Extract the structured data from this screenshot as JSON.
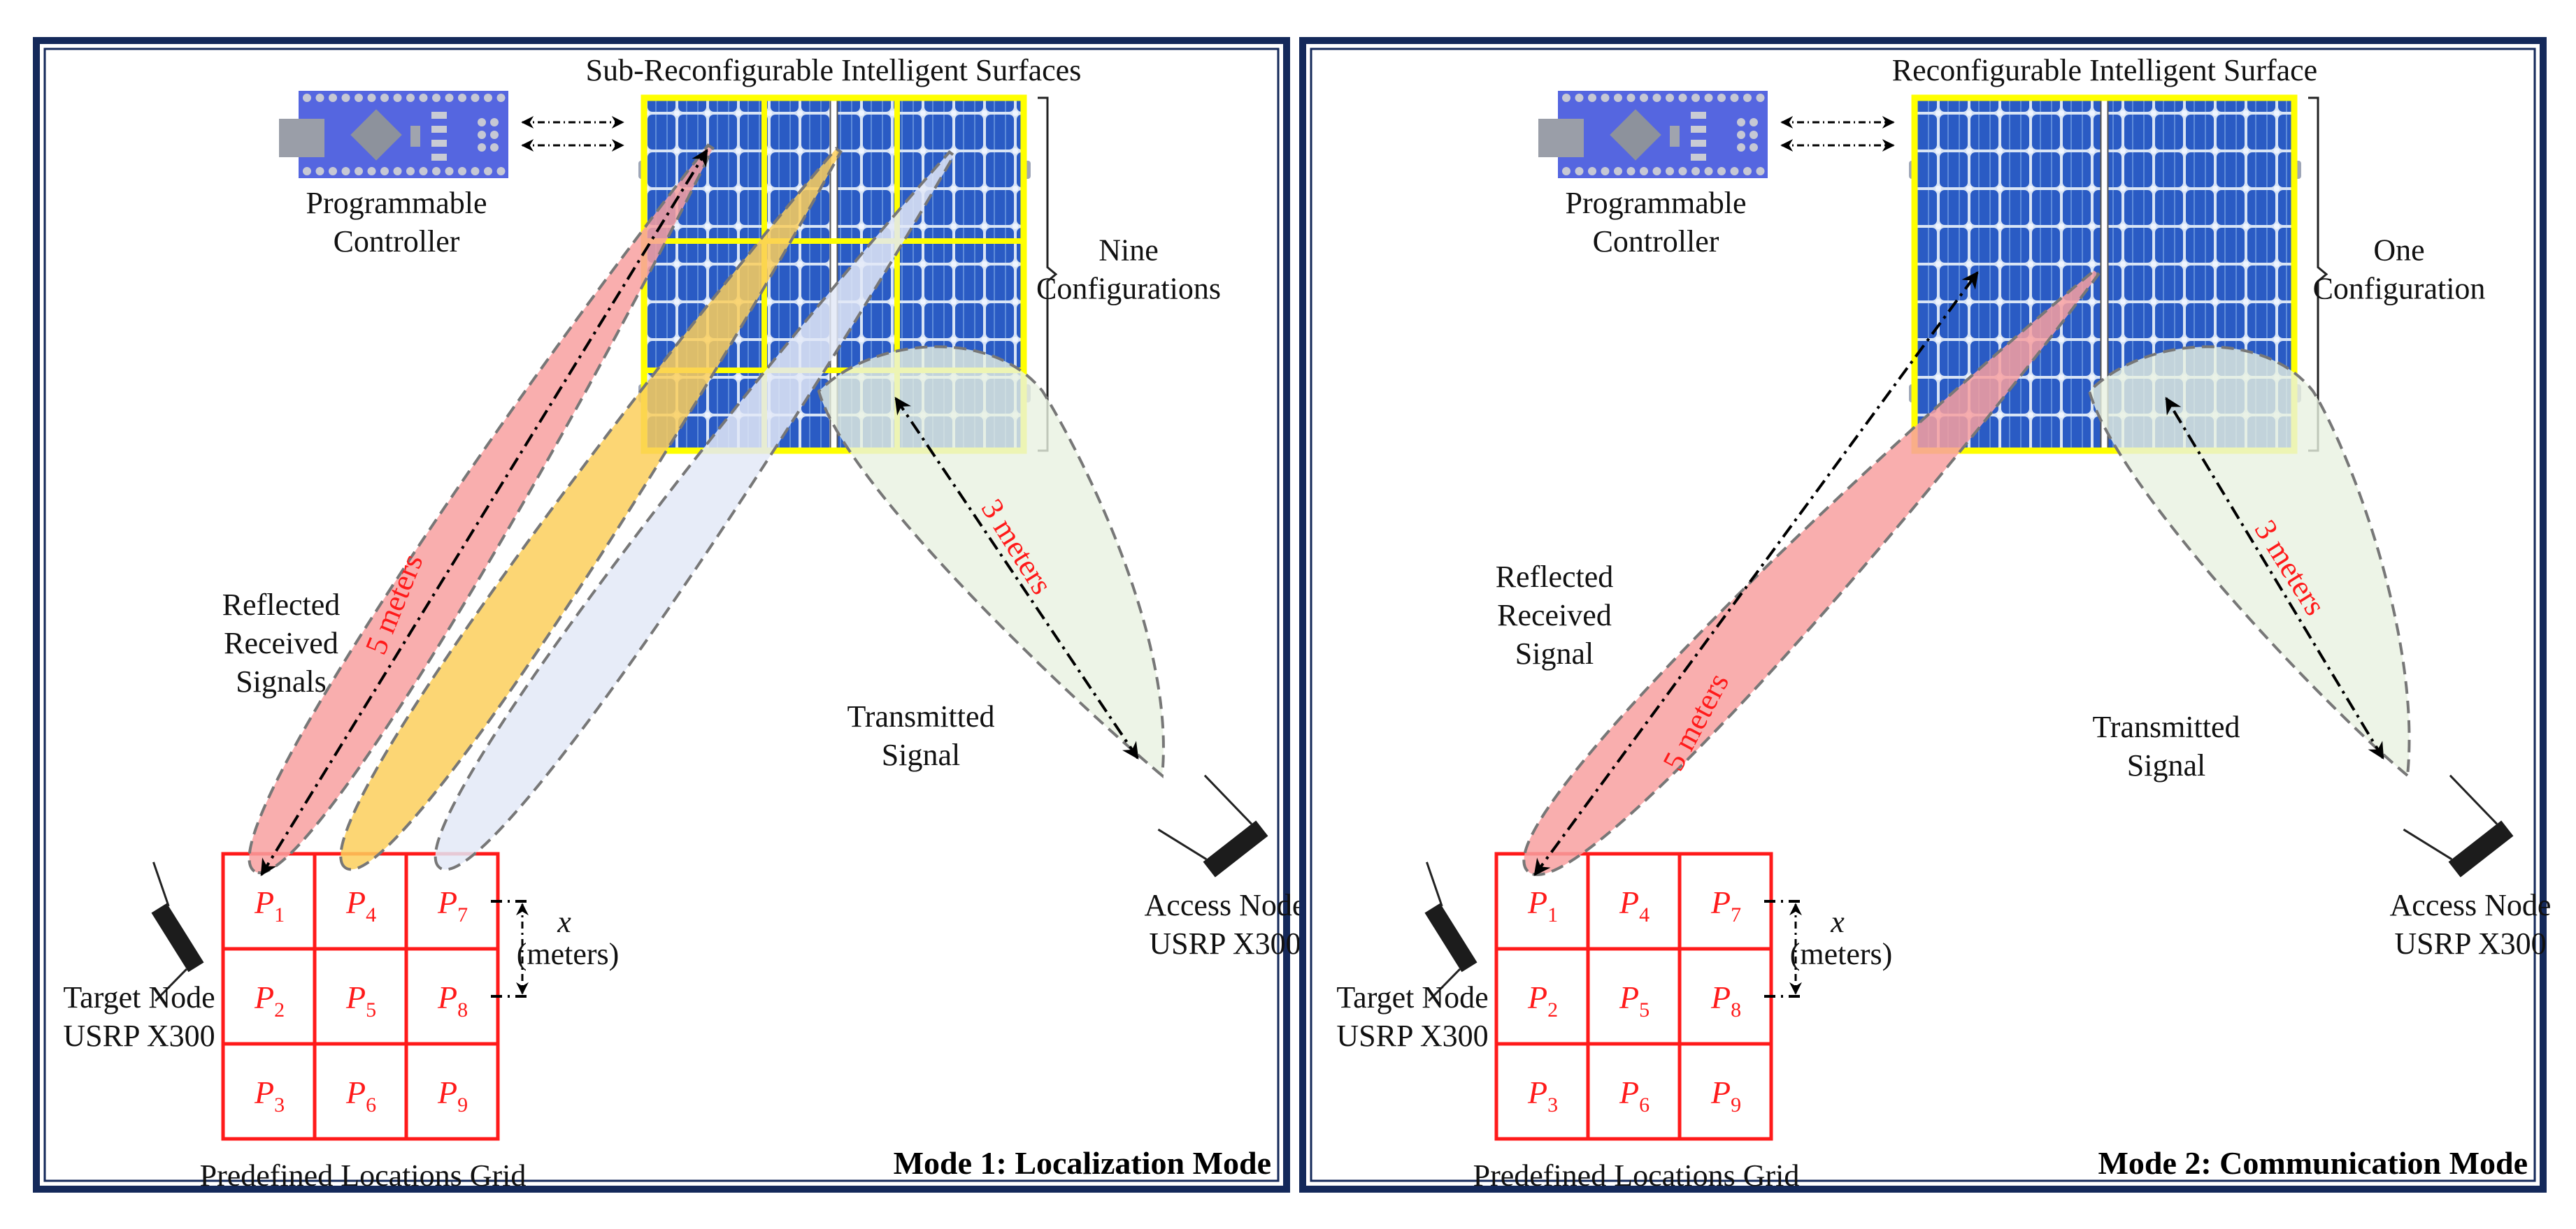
{
  "panels": [
    {
      "id": "mode1",
      "mode_label": "Mode 1: Localization Mode",
      "ris_title": "Sub-Reconfigurable Intelligent Surfaces",
      "configs_line1": "Nine",
      "configs_line2": "Configurations",
      "configuration_count": 9,
      "controller_line1": "Programmable",
      "controller_line2": "Controller",
      "reflected_label": [
        "Reflected",
        "Received",
        "Signals"
      ],
      "transmitted_label": [
        "Transmitted",
        "Signal"
      ],
      "distance_target": "5 meters",
      "distance_access": "3 meters",
      "access_node": [
        "Access Node",
        "USRP X300"
      ],
      "target_node": [
        "Target Node",
        "USRP X300"
      ],
      "grid_label": "Predefined Locations Grid",
      "spacing_var": "x",
      "spacing_unit": "(meters)",
      "beams": [
        "red",
        "orange",
        "blue"
      ]
    },
    {
      "id": "mode2",
      "mode_label": "Mode 2: Communication Mode",
      "ris_title": "Reconfigurable Intelligent Surface",
      "configs_line1": "One",
      "configs_line2": "Configuration",
      "configuration_count": 1,
      "controller_line1": "Programmable",
      "controller_line2": "Controller",
      "reflected_label": [
        "Reflected",
        "Received",
        "Signal"
      ],
      "transmitted_label": [
        "Transmitted",
        "Signal"
      ],
      "distance_target": "5 meters",
      "distance_access": "3 meters",
      "access_node": [
        "Access Node",
        "USRP X300"
      ],
      "target_node": [
        "Target Node",
        "USRP X300"
      ],
      "grid_label": "Predefined Locations Grid",
      "spacing_var": "x",
      "spacing_unit": "(meters)",
      "beams": [
        "red"
      ]
    }
  ],
  "grid_cells": [
    [
      "P",
      "1"
    ],
    [
      "P",
      "4"
    ],
    [
      "P",
      "7"
    ],
    [
      "P",
      "2"
    ],
    [
      "P",
      "5"
    ],
    [
      "P",
      "8"
    ],
    [
      "P",
      "3"
    ],
    [
      "P",
      "6"
    ],
    [
      "P",
      "9"
    ]
  ],
  "colors": {
    "frame": "#14295a",
    "grid": "#ff1a1a",
    "ris_frame": "#ffff00",
    "ris_cell": "#2a5bc4",
    "beam_red": "#f8a0a0",
    "beam_orange": "#fbcf5c",
    "beam_blue": "#e3e9f7",
    "beam_green": "#e9f1e1",
    "distance_text": "#ff1a1a"
  }
}
